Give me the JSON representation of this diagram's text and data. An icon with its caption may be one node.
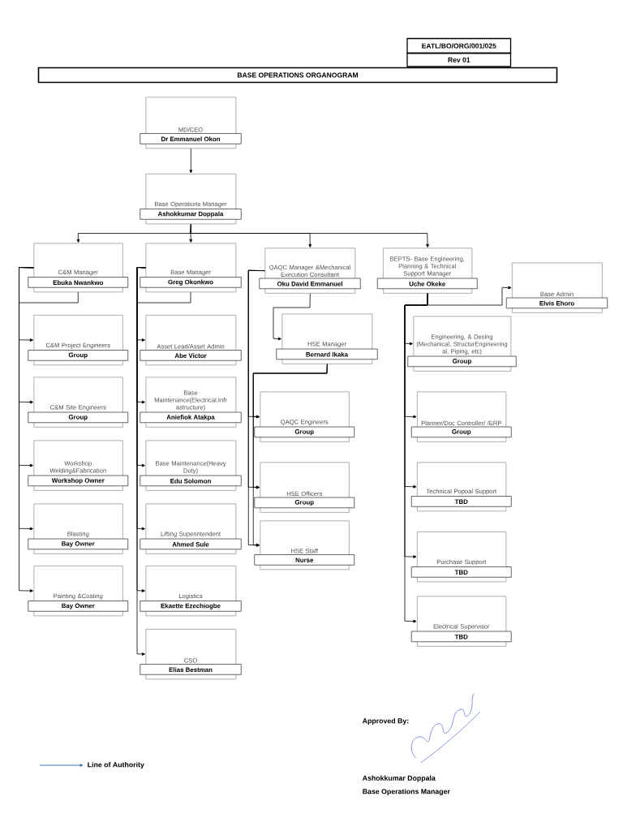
{
  "diagram": {
    "title": "BASE OPERATIONS ORGANOGRAM",
    "nodes": [
      {
        "text": [
          "MD/CEO",
          "Dr Emmanuel Okon"
        ]
      },
      {
        "text": [
          "Base Operations Manager",
          "Ashokkumar Doppala"
        ]
      },
      {
        "text": [
          "C&M Manager",
          "Ebuka Nwankwo"
        ]
      },
      {
        "text": [
          "Base Manager",
          "Greg Okonkwo"
        ]
      },
      {
        "text": [
          "QAQC Manager &Mechanical Execution Consultant",
          "Oku David Emmanuel"
        ]
      },
      {
        "text": [
          "BEPTS- Base Engineering, Planning & Technical Support Manager",
          "Uche Okeke"
        ]
      },
      {
        "text": [
          "Base Admin",
          "Elvis Ehoro"
        ]
      },
      {
        "text": [
          "C&M Project Engineers",
          "Group"
        ]
      },
      {
        "text": [
          "C&M Site Engineers",
          "Group"
        ]
      },
      {
        "text": [
          "Workshop Welding&Fabrication",
          "Workshop Owner"
        ]
      },
      {
        "text": [
          "Blasting",
          "Bay Owner"
        ]
      },
      {
        "text": [
          "Painting &Coating",
          "Bay Owner"
        ]
      },
      {
        "text": [
          "Asset Lead/Asset Admin",
          "Abe Victor"
        ]
      },
      {
        "text": [
          "Base Maintenance(Electrical,Infr astructure)",
          "Aniefiok Atakpa"
        ]
      },
      {
        "text": [
          "Base Maintenance(Heavy Duty)",
          "Edu Solomon"
        ]
      },
      {
        "text": [
          "Lifting Superintendent",
          "Ahmed Sule"
        ]
      },
      {
        "text": [
          "Logistics",
          "Ekaette Ezechiogbe"
        ]
      },
      {
        "text": [
          "CSO",
          "Elias Bestman"
        ]
      },
      {
        "text": [
          "HSE Manager",
          "Bernard Ikaka"
        ]
      },
      {
        "text": [
          "QAQC Engineers",
          "Group"
        ]
      },
      {
        "text": [
          "HSE Officers",
          "Group"
        ]
      },
      {
        "text": [
          "HSE Staff",
          "Nurse"
        ]
      },
      {
        "text": [
          "Engineering, & Desing (Mechanical, StructurEngineering al, Piping, etc)",
          "Group"
        ]
      },
      {
        "text": [
          "Planner/Doc Controller/ /ERP",
          "Group"
        ]
      },
      {
        "text": [
          "Technical Popoal Support",
          "TBD"
        ]
      },
      {
        "text": [
          "Purchase Support",
          "TBD"
        ]
      },
      {
        "text": [
          "Electrical Supervisor",
          "TBD"
        ]
      }
    ],
    "edges": [
      {
        "from": 0,
        "to": 1,
        "arrow": "to"
      },
      {
        "from": 1,
        "to": 2,
        "arrow": "to"
      },
      {
        "from": 1,
        "to": 3,
        "arrow": "to"
      },
      {
        "from": 1,
        "to": 4,
        "arrow": "to"
      },
      {
        "from": 1,
        "to": 5,
        "arrow": "to"
      },
      {
        "from": 5,
        "to": 6,
        "arrow": "to"
      },
      {
        "from": 2,
        "to": 7,
        "arrow": "to"
      },
      {
        "from": 2,
        "to": 8,
        "arrow": "to"
      },
      {
        "from": 2,
        "to": 9,
        "arrow": "to"
      },
      {
        "from": 2,
        "to": 10,
        "arrow": "to"
      },
      {
        "from": 2,
        "to": 11,
        "arrow": "to"
      },
      {
        "from": 3,
        "to": 12,
        "arrow": "to"
      },
      {
        "from": 3,
        "to": 13,
        "arrow": "to"
      },
      {
        "from": 3,
        "to": 14,
        "arrow": "to"
      },
      {
        "from": 3,
        "to": 15,
        "arrow": "to"
      },
      {
        "from": 3,
        "to": 16,
        "arrow": "to"
      },
      {
        "from": 3,
        "to": 17,
        "arrow": "to"
      },
      {
        "from": 4,
        "to": 18,
        "arrow": "to"
      },
      {
        "from": 4,
        "to": 19,
        "arrow": "to"
      },
      {
        "from": 4,
        "to": 20,
        "arrow": "to"
      },
      {
        "from": 4,
        "to": 21,
        "arrow": "to"
      },
      {
        "from": 18,
        "to": 19,
        "arrow": "to"
      },
      {
        "from": 18,
        "to": 20,
        "arrow": "to"
      },
      {
        "from": 18,
        "to": 21,
        "arrow": "to"
      },
      {
        "from": 5,
        "to": 22,
        "arrow": "to"
      },
      {
        "from": 5,
        "to": 23,
        "arrow": "to"
      },
      {
        "from": 5,
        "to": 24,
        "arrow": "to"
      },
      {
        "from": 5,
        "to": 25,
        "arrow": "to"
      },
      {
        "from": 5,
        "to": 26,
        "arrow": "to"
      }
    ],
    "labels": [
      "EATL/BO/ORG/001/025",
      "Rev 01",
      "Approved By:",
      "Ashokkumar Doppala",
      "Base Operations Manager"
    ],
    "legend": [
      {
        "text": "Line of Authority"
      }
    ]
  }
}
